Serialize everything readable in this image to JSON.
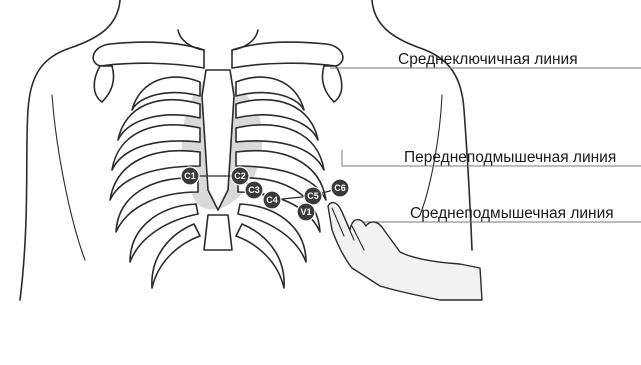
{
  "labels": {
    "midclavicular": "Среднеключичная линия",
    "anterior_axillary": "Переднеподмышечная линия",
    "mid_axillary": "Среднеподмышечная линия"
  },
  "electrodes": [
    {
      "id": "c1",
      "label": "C1"
    },
    {
      "id": "c2",
      "label": "C2"
    },
    {
      "id": "c3",
      "label": "C3"
    },
    {
      "id": "c4",
      "label": "C4"
    },
    {
      "id": "c5",
      "label": "C5"
    },
    {
      "id": "c6",
      "label": "C6"
    },
    {
      "id": "v1",
      "label": "V1"
    }
  ],
  "colors": {
    "electrode": "#3a3a3a",
    "heart": "#d9d9d9",
    "hand": "#f2f2f2",
    "outline": "#2b2b2b"
  }
}
